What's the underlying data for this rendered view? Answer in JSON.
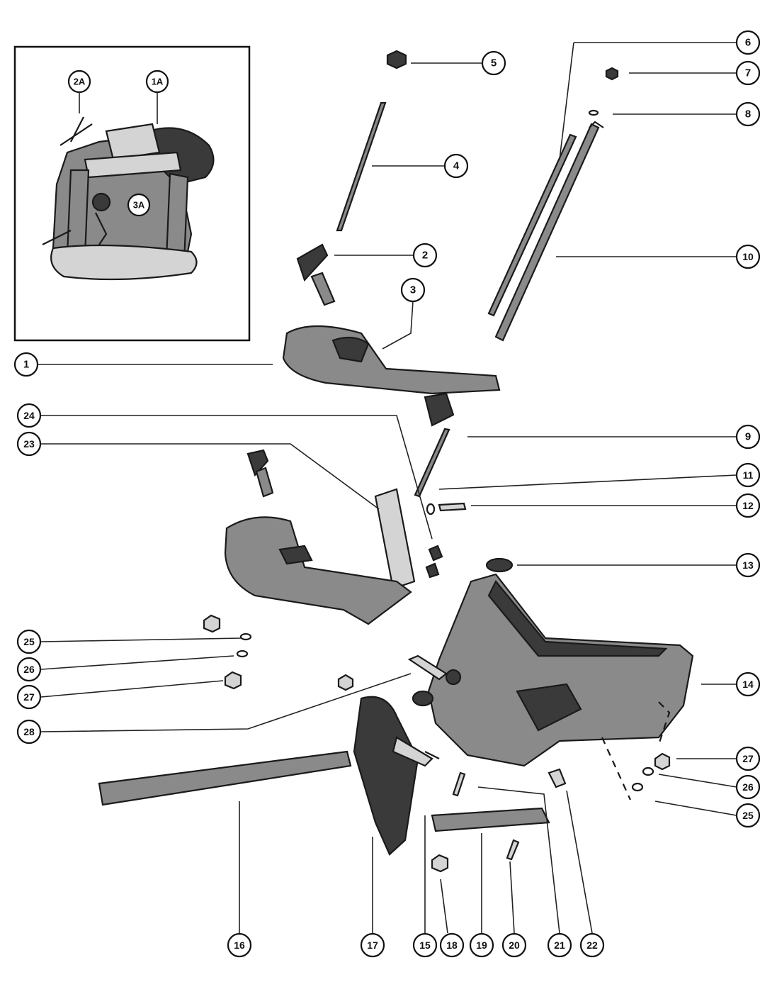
{
  "callouts": {
    "c1": "1",
    "c2": "2",
    "c3": "3",
    "c4": "4",
    "c5": "5",
    "c6": "6",
    "c7": "7",
    "c8": "8",
    "c9": "9",
    "c10": "10",
    "c11": "11",
    "c12": "12",
    "c13": "13",
    "c14": "14",
    "c15": "15",
    "c16": "16",
    "c17": "17",
    "c18": "18",
    "c19": "19",
    "c20": "20",
    "c21": "21",
    "c22": "22",
    "c23": "23",
    "c24": "24",
    "c25": "25",
    "c26": "26",
    "c27": "27",
    "c28": "28",
    "c25b": "25",
    "c26b": "26",
    "c27b": "27"
  },
  "inset": {
    "c1A": "1A",
    "c2A": "2A",
    "c3A": "3A"
  }
}
